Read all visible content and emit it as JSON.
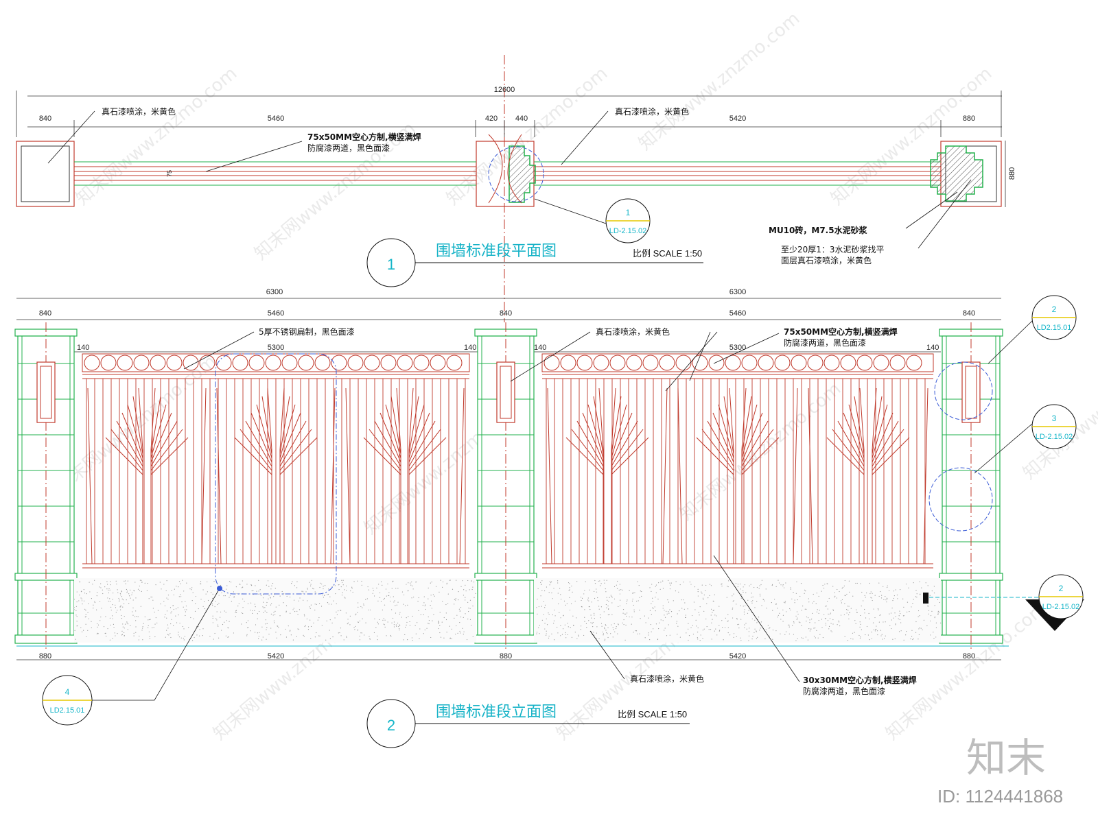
{
  "plan": {
    "title": "围墙标准段平面图",
    "number": "1",
    "scale": "比例 SCALE 1:50",
    "dims": {
      "total": "12600",
      "left_pillar": "840",
      "left_span": "5460",
      "mid_left": "420",
      "mid_right": "440",
      "right_span": "5420",
      "right_pillar": "880",
      "depth": "880",
      "bar": "75"
    },
    "notes": {
      "stone_left": "真石漆喷涂，米黄色",
      "stone_right": "真石漆喷涂，米黄色",
      "tube_line1": "75x50MM空心方制,横竖满焊",
      "tube_line2": "防腐漆两道，黑色面漆",
      "brick": "MU10砖，M7.5水泥砂浆",
      "render_line1": "至少20厚1：3水泥砂浆找平",
      "render_line2": "面层真石漆喷涂，米黄色"
    },
    "callout": {
      "num": "1",
      "ref": "LD-2.15.02"
    }
  },
  "elevation": {
    "title": "围墙标准段立面图",
    "number": "2",
    "scale": "比例 SCALE 1:50",
    "dims_top": {
      "left_half": "6300",
      "right_half": "6300",
      "p1": "840",
      "s1": "5460",
      "p2": "840",
      "s2": "5460",
      "p3": "840",
      "inset_a": "140",
      "inner_a": "5300",
      "inset_b": "140",
      "inset_c": "140",
      "inner_b": "5300",
      "inset_d": "140"
    },
    "dims_bottom": {
      "p1": "880",
      "s1": "5420",
      "p2": "880",
      "s2": "5420",
      "p3": "880"
    },
    "notes": {
      "flat_steel": "5厚不锈钢扁制，黑色面漆",
      "stone": "真石漆喷涂，米黄色",
      "tube75_line1": "75x50MM空心方制,横竖满焊",
      "tube75_line2": "防腐漆两道，黑色面漆",
      "tube30_line1": "30x30MM空心方制,横竖满焊",
      "tube30_line2": "防腐漆两道，黑色面漆",
      "base": "真石漆喷涂，米黄色"
    },
    "callouts": [
      {
        "num": "2",
        "ref": "LD2.15.01"
      },
      {
        "num": "3",
        "ref": "LD-2.15.02"
      },
      {
        "num": "2",
        "ref": "LD-2.15.02"
      },
      {
        "num": "4",
        "ref": "LD2.15.01"
      }
    ]
  },
  "watermark": {
    "text": "知末网www.znzmo.com",
    "logo": "知末",
    "id": "ID: 1124441868"
  },
  "colors": {
    "fence": "#c0392b",
    "pillar": "#22b14c",
    "title": "#17b3c7",
    "callout_line": "#3a5bd6",
    "center_line": "#c0392b"
  }
}
